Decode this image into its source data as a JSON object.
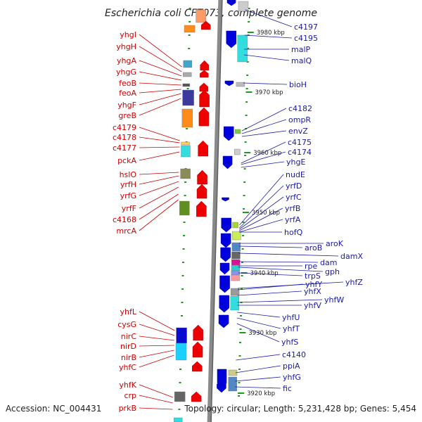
{
  "title": "Escherichia coli CFT073, complete genome",
  "accession": "Accession: NC_004431",
  "topology": "Topology: circular; Length: 5,231,428 bp; Genes: 5,454",
  "kbp_marks": [
    "3980 kbp",
    "3970 kbp",
    "3960 kbp",
    "3950 kbp",
    "3940 kbp",
    "3930 kbp",
    "3920 kbp"
  ],
  "left_genes": [
    "yhgI",
    "yhgH",
    "yhgA",
    "yhgG",
    "feoB",
    "feoA",
    "yhgF",
    "greB",
    "c4179",
    "c4178",
    "c4177",
    "pckA",
    "hslO",
    "yrfH",
    "yrfG",
    "yrfF",
    "c4168",
    "mrcA",
    "yhfL",
    "cysG",
    "nirC",
    "nirD",
    "nirB",
    "yhfC",
    "yhfK",
    "crp",
    "prkB"
  ],
  "right_genes": [
    "c4197",
    "c4195",
    "malP",
    "malQ",
    "bioH",
    "c4182",
    "ompR",
    "envZ",
    "c4175",
    "c4174",
    "yhgE",
    "nudE",
    "yrfD",
    "yrfC",
    "yrfB",
    "yrfA",
    "hofQ",
    "aroK",
    "aroB",
    "damX",
    "dam",
    "rpe",
    "gph",
    "trpS",
    "yhfY",
    "yhfZ",
    "yhfX",
    "yhfW",
    "yhfV",
    "yhfU",
    "yhfT",
    "yhfS",
    "c4140",
    "ppiA",
    "yhfG",
    "fic"
  ],
  "colors": {
    "left_label": "#cc0000",
    "right_label": "#1a1aa6",
    "left_arrow": "#ee0000",
    "right_arrow": "#0000dd",
    "backbone": "#8a8a8a",
    "tick": "#1e9a1e"
  }
}
